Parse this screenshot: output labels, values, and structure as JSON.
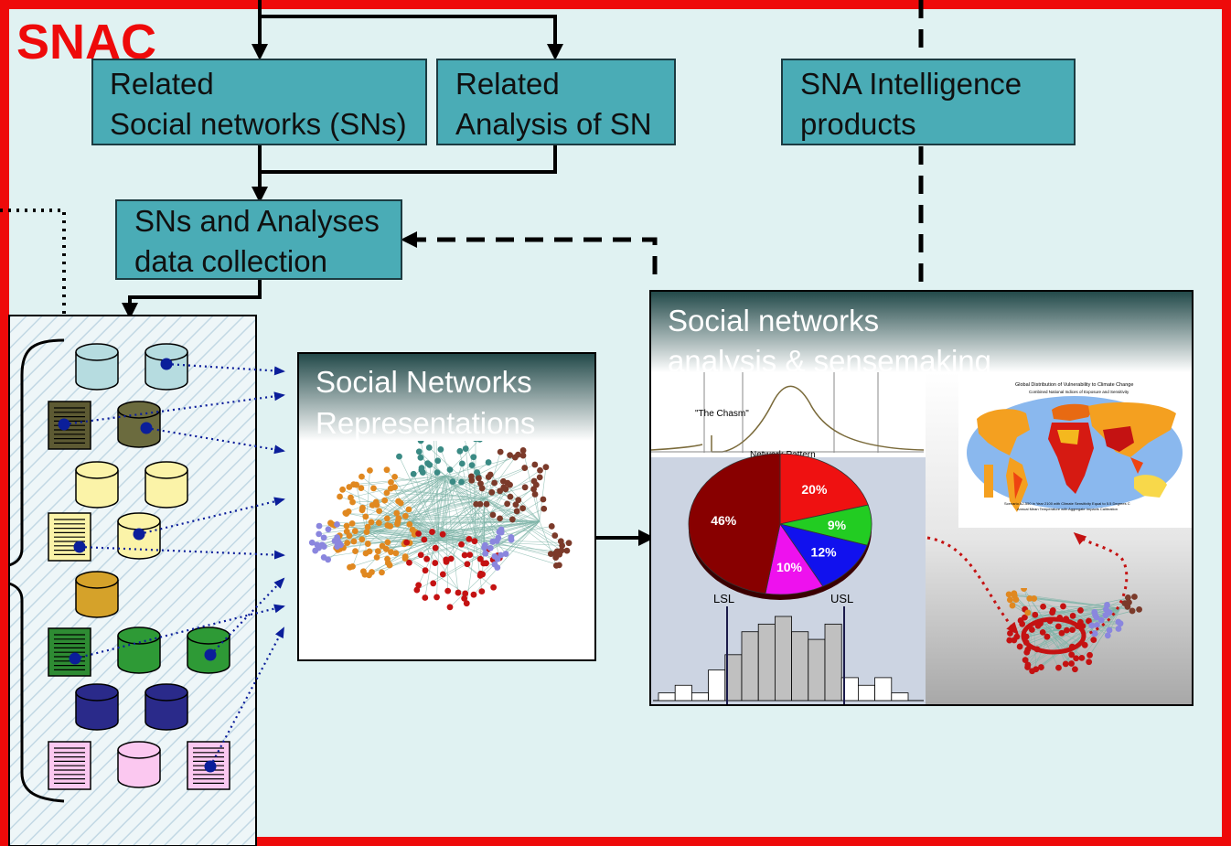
{
  "diagram": {
    "frame_label": "SNAC",
    "colors": {
      "frame_border": "#ee0a0a",
      "frame_label": "#ee0a0a",
      "background": "#e0f2f2",
      "box_fill": "#4aacb6",
      "panel_header": "#2e5e5e"
    },
    "boxes": {
      "related_sn": [
        "Related",
        "Social networks (SNs)"
      ],
      "related_analysis": [
        "Related",
        "Analysis of SN"
      ],
      "sna_products": [
        "SNA Intelligence",
        "products"
      ],
      "data_collection": [
        "SNs and Analyses",
        "data collection"
      ]
    },
    "panels": {
      "representations": [
        "Social Networks",
        "Representations"
      ],
      "analysis": [
        "Social networks",
        "analysis & sensemaking"
      ]
    },
    "analysis_figures": {
      "bell_curve_label": "\"The Chasm\"",
      "pie_title": "Network Pattern",
      "pie_slices": [
        {
          "label": "20%",
          "value": 20,
          "color": "#ef1111"
        },
        {
          "label": "9%",
          "value": 9,
          "color": "#22cc22"
        },
        {
          "label": "12%",
          "value": 12,
          "color": "#1111ee"
        },
        {
          "label": "10%",
          "value": 10,
          "color": "#ee11ee"
        },
        {
          "label": "46%",
          "value": 46,
          "color": "#880000"
        }
      ],
      "histogram_lower_label": "LSL",
      "histogram_upper_label": "USL",
      "histogram_values": [
        1,
        2,
        1,
        4,
        6,
        9,
        10,
        11,
        9,
        8,
        10,
        3,
        2,
        3,
        1
      ],
      "map_title": "Global Distribution of Vulnerability to Climate Change",
      "map_subtitle": "Combined National Indices of Exposure and Sensitivity",
      "map_caption": "Scenario A2-550 in Year 2100 with Climate Sensitivity Equal to 5.5 Degrees C",
      "map_caption2": "Annual Mean Temperature with Aggregate Impacts Calibration"
    }
  }
}
